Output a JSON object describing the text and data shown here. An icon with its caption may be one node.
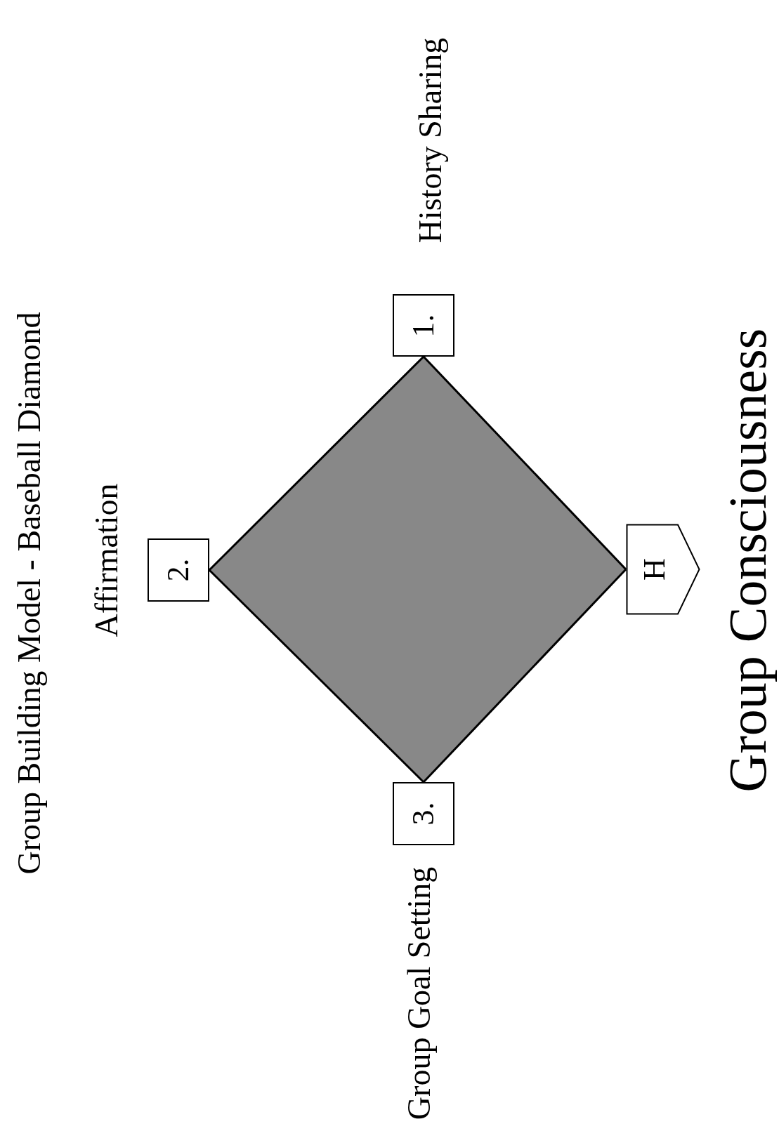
{
  "diagram": {
    "title": "Group Building Model - Baseball Diamond",
    "nodes": [
      {
        "text": [
          "1."
        ],
        "beside": [
          "History Sharing"
        ]
      },
      {
        "text": [
          "2."
        ],
        "beside": [
          "Affirmation"
        ]
      },
      {
        "text": [
          "3."
        ],
        "beside": [
          "Group Goal Setting"
        ]
      },
      {
        "text": [
          "H"
        ]
      }
    ],
    "edges": [
      {
        "from": 3,
        "to": 0,
        "arrow": "none"
      },
      {
        "from": 0,
        "to": 1,
        "arrow": "none"
      },
      {
        "from": 1,
        "to": 2,
        "arrow": "none"
      },
      {
        "from": 2,
        "to": 3,
        "arrow": "none"
      }
    ],
    "labels": [
      "Group Consciousness"
    ]
  }
}
